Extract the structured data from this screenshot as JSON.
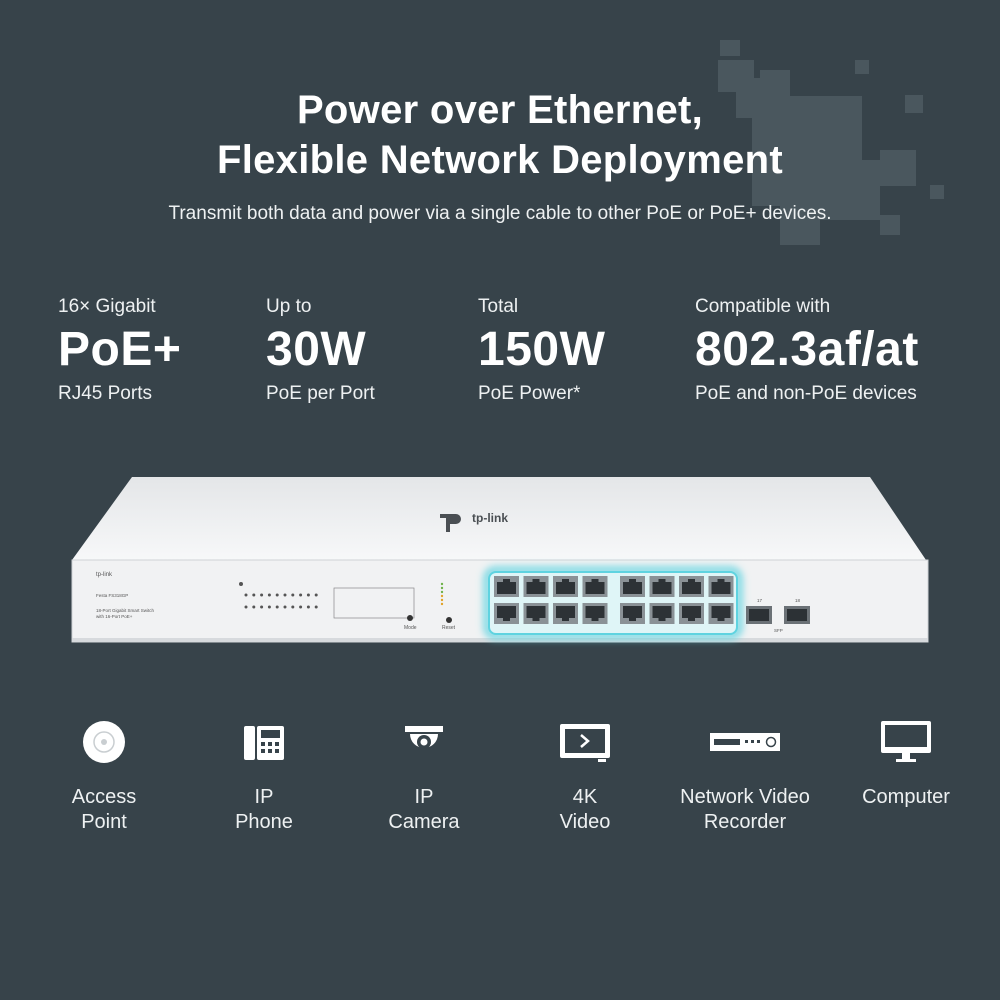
{
  "header": {
    "title_line1": "Power over Ethernet,",
    "title_line2": "Flexible Network Deployment",
    "subtitle": "Transmit both data and power via a single cable to other PoE or PoE+ devices."
  },
  "specs": [
    {
      "pre": "16× Gigabit",
      "big": "PoE+",
      "post": "RJ45 Ports"
    },
    {
      "pre": "Up to",
      "big": "30W",
      "post": "PoE per Port"
    },
    {
      "pre": "Total",
      "big": "150W",
      "post": "PoE Power*"
    },
    {
      "pre": "Compatible with",
      "big": "802.3af/at",
      "post": "PoE and non-PoE devices"
    }
  ],
  "switch": {
    "brand_top": "tp-link",
    "brand_front": "tp-link",
    "model": "Festa FS318GP",
    "description_line1": "18-Port Gigabit Smart Switch",
    "description_line2": "with 16-Port PoE+",
    "mode_label": "Mode",
    "reset_label": "Reset",
    "sfp_label": "SFP",
    "sfp_numbers": [
      "17",
      "18"
    ],
    "highlight_color": "#5fd3e0"
  },
  "devices": [
    {
      "icon": "access-point-icon",
      "label": "Access\nPoint"
    },
    {
      "icon": "ip-phone-icon",
      "label": "IP\nPhone"
    },
    {
      "icon": "ip-camera-icon",
      "label": "IP\nCamera"
    },
    {
      "icon": "video-4k-icon",
      "label": "4K\nVideo"
    },
    {
      "icon": "nvr-icon",
      "label": "Network  Video\nRecorder"
    },
    {
      "icon": "computer-icon",
      "label": "Computer"
    }
  ],
  "colors": {
    "background": "#37434a",
    "text": "#ffffff",
    "switch_body": "#f1f2f3"
  }
}
